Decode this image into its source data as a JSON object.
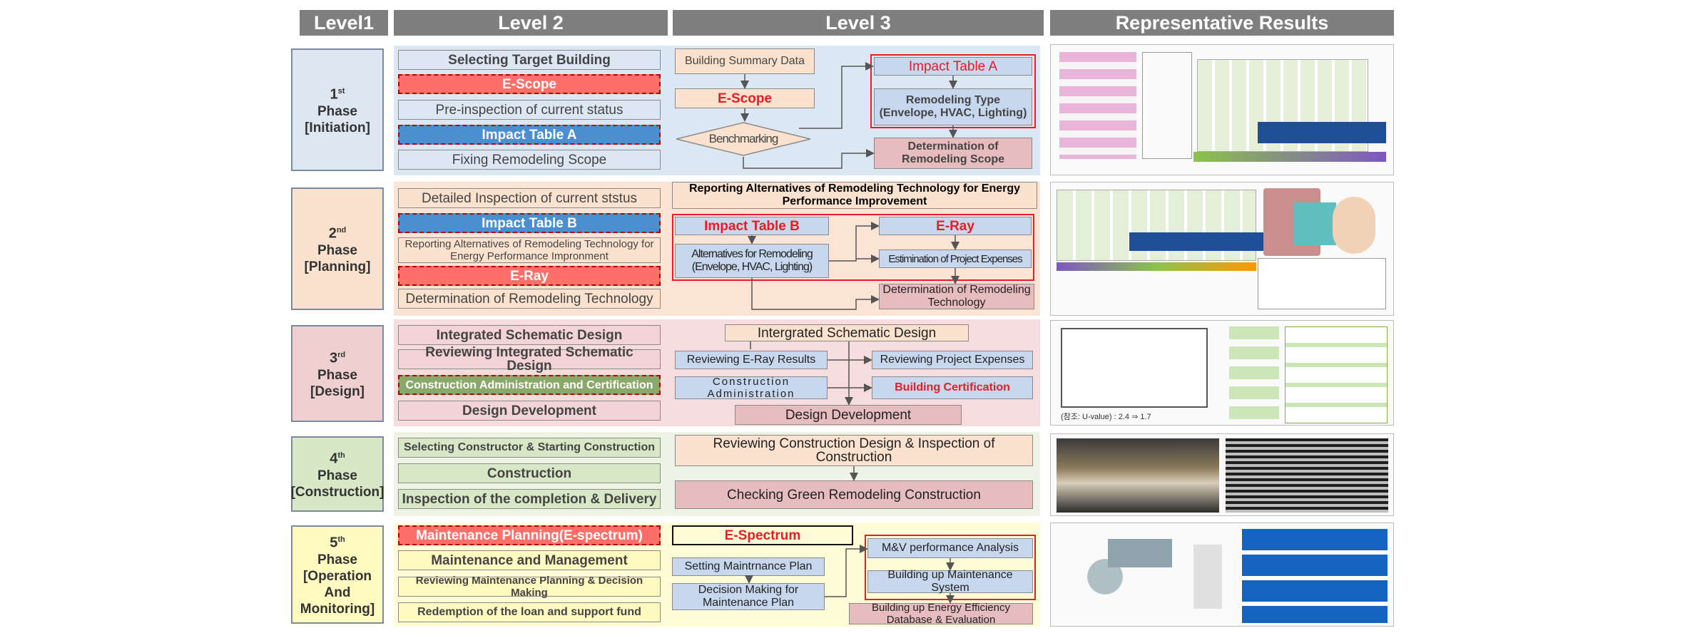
{
  "headers": {
    "level1": "Level1",
    "level2": "Level 2",
    "level3": "Level 3",
    "results": "Representative Results"
  },
  "phases": {
    "p1": {
      "num": "1",
      "sup": "st",
      "word": "Phase",
      "name": "[Initiation]"
    },
    "p2": {
      "num": "2",
      "sup": "nd",
      "word": "Phase",
      "name": "[Planning]"
    },
    "p3": {
      "num": "3",
      "sup": "rd",
      "word": "Phase",
      "name": "[Design]"
    },
    "p4": {
      "num": "4",
      "sup": "th",
      "word": "Phase",
      "name": "[Construction]"
    },
    "p5": {
      "num": "5",
      "sup": "th",
      "word": "Phase",
      "name1": "[Operation",
      "name2": "And",
      "name3": "Monitoring]"
    }
  },
  "level2": {
    "p1": [
      "Selecting Target Building",
      "E-Scope",
      "Pre-inspection of current status",
      "Impact Table A",
      "Fixing Remodeling Scope"
    ],
    "p2": [
      "Detailed Inspection of current ststus",
      "Impact Table B",
      "Reporting Alternatives of Remodeling Technology for Energy Performance Impronment",
      "E-Ray",
      "Determination of Remodeling Technology"
    ],
    "p3": [
      "Integrated Schematic Design",
      "Reviewing Integrated Schematic Design",
      "Construction Administration and Certification",
      "Design Development"
    ],
    "p4": [
      "Selecting Constructor & Starting Construction",
      "Construction",
      "Inspection of the completion & Delivery"
    ],
    "p5": [
      "Maintenance Planning(E-spectrum)",
      "Maintenance and Management",
      "Reviewing Maintenance Planning & Decision Making",
      "Redemption of the loan and support fund"
    ]
  },
  "level3": {
    "p1": {
      "building_summary": "Building Summary Data",
      "escope": "E-Scope",
      "benchmarking": "Benchmarking",
      "impact_a": "Impact Table A",
      "remodeling_type": "Remodeling Type (Envelope, HVAC, Lighting)",
      "determination_scope": "Determination of Remodeling Scope"
    },
    "p2": {
      "reporting": "Reporting Alternatives of Remodeling Technology for Energy Performance Improvement",
      "impact_b": "Impact Table B",
      "alternatives": "Alternatives for Remodeling (Envelope, HVAC, Lighting)",
      "eray": "E-Ray",
      "estimation": "Estimination of Project Expenses",
      "determination_tech": "Determination of Remodeling Technology"
    },
    "p3": {
      "integrated": "Intergrated Schematic Design",
      "review_eray": "Reviewing E-Ray Results",
      "review_expenses": "Reviewing Project Expenses",
      "construction_admin": "Construction Administration",
      "building_cert": "Building Certification",
      "design_dev": "Design Development"
    },
    "p4": {
      "reviewing": "Reviewing Construction Design & Inspection of Construction",
      "checking": "Checking Green Remodeling Construction"
    },
    "p5": {
      "espectrum": "E-Spectrum",
      "setting": "Setting Maintrnance Plan",
      "decision": "Decision Making for Maintenance Plan",
      "mv": "M&V performance Analysis",
      "building_up": "Building up Maintenance System",
      "database": "Building up Energy Efficiency Database & Evaluation"
    }
  },
  "results": {
    "p3_caption": "(참조: U-value) : 2.4 ⇒ 1.7"
  },
  "colors": {
    "header": "#7f7f7f",
    "red": "#e81c24",
    "blue": "#4a90d0",
    "p1_band": "#dbe8f3",
    "p2_band": "#fce4d4",
    "p3_band": "#f6dcdc",
    "p4_band": "#eef3e6",
    "p5_band": "#fffcd8"
  }
}
